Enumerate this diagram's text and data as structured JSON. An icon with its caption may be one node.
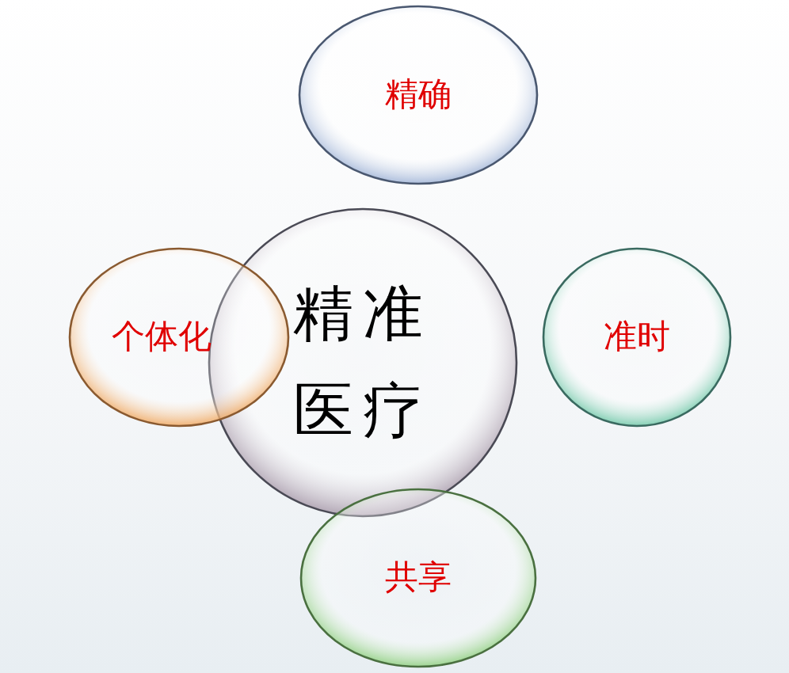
{
  "diagram": {
    "nodes": [
      {
        "text": [
          "精确"
        ]
      },
      {
        "text": [
          "个体化"
        ]
      },
      {
        "text": [
          "精准医疗"
        ]
      },
      {
        "text": [
          "准时"
        ]
      },
      {
        "text": [
          "共享"
        ]
      }
    ]
  }
}
